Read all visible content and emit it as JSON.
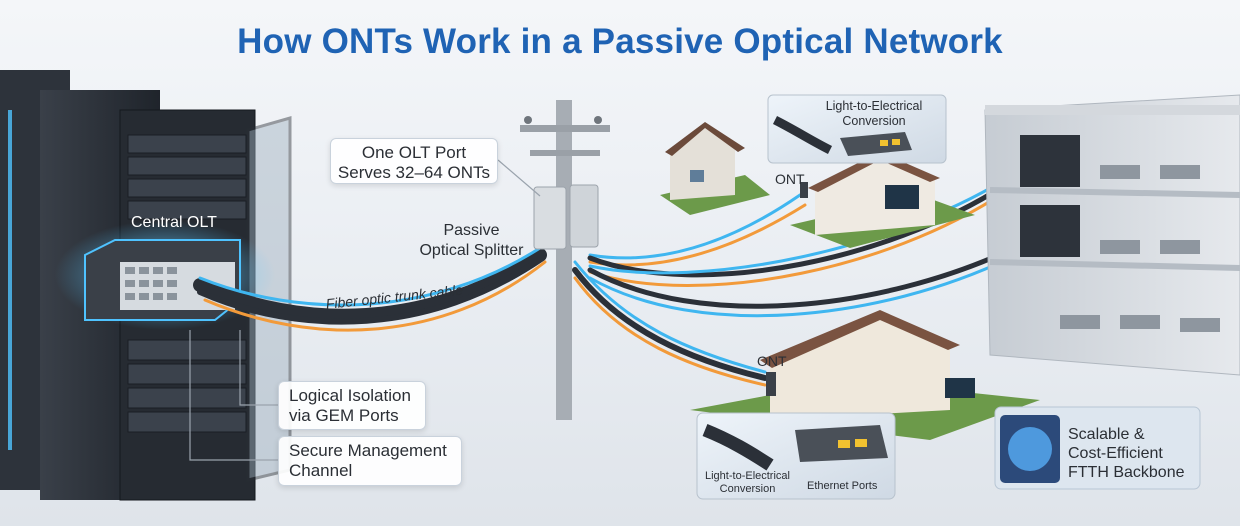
{
  "title": "How ONTs Work in a Passive Optical Network",
  "labels": {
    "central_olt": "Central OLT",
    "olt_port_line1": "One OLT Port",
    "olt_port_line2": "Serves 32–64 ONTs",
    "splitter_line1": "Passive",
    "splitter_line2": "Optical Splitter",
    "trunk_cable": "Fiber optic trunk cable",
    "isolation_line1": "Logical Isolation",
    "isolation_line2": "via GEM Ports",
    "secure_line1": "Secure Management",
    "secure_line2": "Channel",
    "ont_upper": "ONT",
    "ont_lower": "ONT",
    "conv_top_line1": "Light-to-Electrical",
    "conv_top_line2": "Conversion",
    "conv_bottom_line1": "Light-to-Electrical",
    "conv_bottom_line2": "Conversion",
    "ethernet_ports": "Ethernet Ports",
    "scalable_line1": "Scalable &",
    "scalable_line2": "Cost-Efficient",
    "scalable_line3": "FTTH Backbone"
  },
  "colors": {
    "title": "#1f63b4",
    "fiber_blue": "#3fb6f0",
    "fiber_orange": "#f29a3a",
    "rack_dark": "#2b3038",
    "glow_blue": "#4fc3ff"
  },
  "icons": [
    "server-rack-icon",
    "olt-device-icon",
    "utility-pole-icon",
    "splitter-box-icon",
    "house-icon",
    "office-building-icon",
    "ont-device-icon",
    "wifi-icon",
    "ethernet-switch-icon",
    "fiber-cable-icon",
    "glowing-fiber-globe-icon"
  ]
}
